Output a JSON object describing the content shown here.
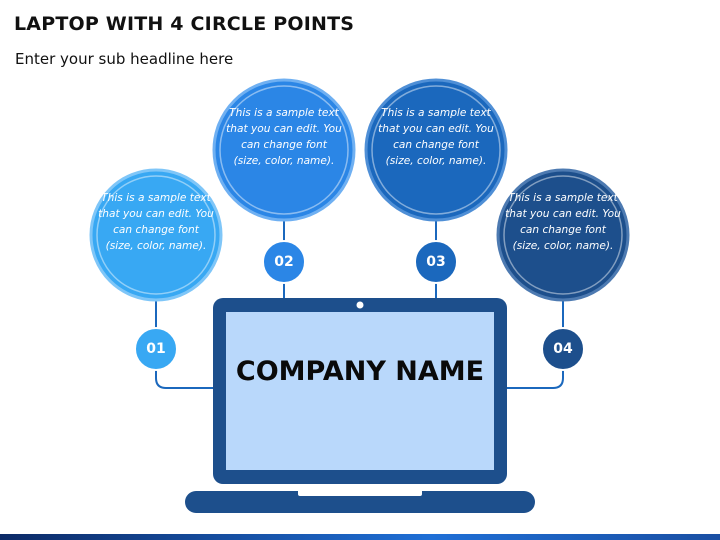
{
  "header": {
    "title": "LAPTOP WITH 4 CIRCLE POINTS",
    "subtitle": "Enter your sub headline here"
  },
  "laptop": {
    "screen_text": "COMPANY NAME",
    "frame_color": "#1d4f8c",
    "screen_color": "#b9d8fb",
    "camera_icon": "camera-dot-icon"
  },
  "points": [
    {
      "number": "01",
      "text": "This is a sample text that you can edit. You can change font (size, color, name).",
      "color": "#38a8f3",
      "badge_color": "#38a8f3"
    },
    {
      "number": "02",
      "text": "This is a sample text that you can edit. You can change font (size, color, name).",
      "color": "#2b86e6",
      "badge_color": "#2b86e6"
    },
    {
      "number": "03",
      "text": "This is a sample text that you can edit. You can change font (size, color, name).",
      "color": "#1b68bd",
      "badge_color": "#1b68bd"
    },
    {
      "number": "04",
      "text": "This is a sample text that you can edit. You can change font (size, color, name).",
      "color": "#1d4f8c",
      "badge_color": "#1d4f8c"
    }
  ],
  "colors": {
    "connector": "#1b68bd",
    "bottom_bar": "#1a4fa3"
  }
}
